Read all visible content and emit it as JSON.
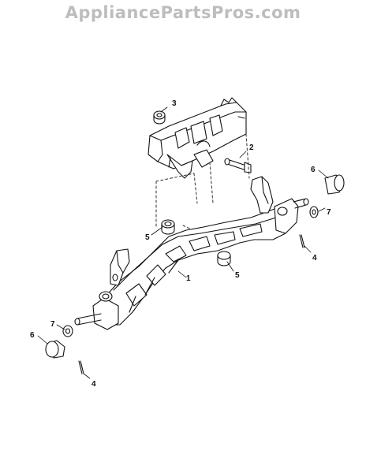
{
  "watermark": "AppliancePartsPros.com",
  "callouts": [
    {
      "id": "c1",
      "label": "1"
    },
    {
      "id": "c2",
      "label": "2"
    },
    {
      "id": "c3",
      "label": "3"
    },
    {
      "id": "c4a",
      "label": "4"
    },
    {
      "id": "c4b",
      "label": "4"
    },
    {
      "id": "c5a",
      "label": "5"
    },
    {
      "id": "c5b",
      "label": "5"
    },
    {
      "id": "c6a",
      "label": "6"
    },
    {
      "id": "c6b",
      "label": "6"
    },
    {
      "id": "c7a",
      "label": "7"
    },
    {
      "id": "c7b",
      "label": "7"
    }
  ]
}
